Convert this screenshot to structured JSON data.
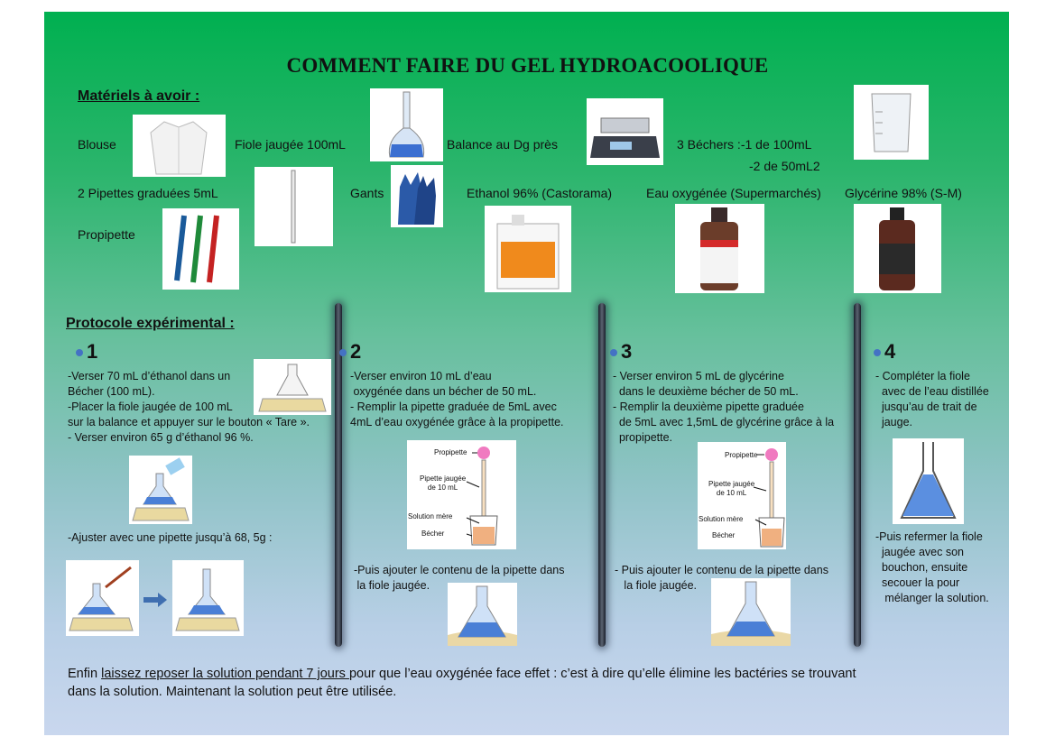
{
  "title": "COMMENT FAIRE DU GEL HYDROACOOLIQUE",
  "materials": {
    "heading": "Matériels à avoir :",
    "blouse": "Blouse",
    "fiole": "Fiole jaugée 100mL",
    "balance": "Balance au Dg près",
    "bechers_1": "3 Béchers :-1 de 100mL",
    "bechers_2": "-2 de 50mL2",
    "pipettes": "2  Pipettes graduées 5mL",
    "gants": "Gants",
    "ethanol": "Ethanol 96% (Castorama)",
    "eau_oxy": "Eau oxygénée (Supermarchés)",
    "glycerine": "Glycérine 98% (S-M)",
    "propipette": "Propipette"
  },
  "protocol": {
    "heading": "Protocole expérimental :",
    "step1": {
      "number": "1",
      "line1": "-Verser 70 mL d’éthanol dans un",
      "line2": "Bécher (100 mL).",
      "line3": "-Placer la fiole jaugée de 100 mL",
      "line4": "sur la balance et appuyer sur le bouton « Tare ».",
      "line5": "-   Verser environ 65 g d’éthanol 96 %.",
      "line6": "-Ajuster avec une pipette jusqu’à 68, 5g :"
    },
    "step2": {
      "number": "2",
      "line1": "-Verser environ 10 mL d’eau",
      "line2": " oxygénée dans un bécher de 50 mL.",
      "line3": "- Remplir la pipette graduée de 5mL avec",
      "line4": "4mL d’eau oxygénée grâce à la propipette.",
      "line5": "-Puis ajouter le contenu de la pipette dans",
      "line6": " la fiole jaugée."
    },
    "step3": {
      "number": "3",
      "line1": "- Verser environ 5 mL de glycérine",
      "line2": "  dans le deuxième bécher de 50 mL.",
      "line3": "- Remplir la deuxième pipette graduée",
      "line4": "  de 5mL avec 1,5mL de glycérine grâce à la",
      "line5": "  propipette.",
      "line6": "- Puis ajouter le contenu de la pipette dans",
      "line7": "   la fiole jaugée."
    },
    "step4": {
      "number": "4",
      "line1": "- Compléter la fiole",
      "line2": "  avec de l’eau distillée",
      "line3": "  jusqu’au de trait de",
      "line4": "  jauge.",
      "line5": "-Puis refermer la fiole",
      "line6": "  jaugée avec son",
      "line7": "  bouchon, ensuite",
      "line8": "  secouer la pour",
      "line9": "   mélanger la solution."
    },
    "diagram": {
      "propipette": "Propipette",
      "pipette_1": "Pipette jaugée",
      "pipette_2": "de 10 mL",
      "solution": "Solution mère",
      "becher": "Bécher"
    }
  },
  "footer": {
    "pre": "Enfin ",
    "underlined": "laissez reposer la solution pendant 7 jours ",
    "post": "pour que l’eau oxygénée face effet : c’est à dire qu’elle élimine les bactéries se trouvant",
    "line2": "dans la solution. Maintenant la solution peut être utilisée."
  }
}
